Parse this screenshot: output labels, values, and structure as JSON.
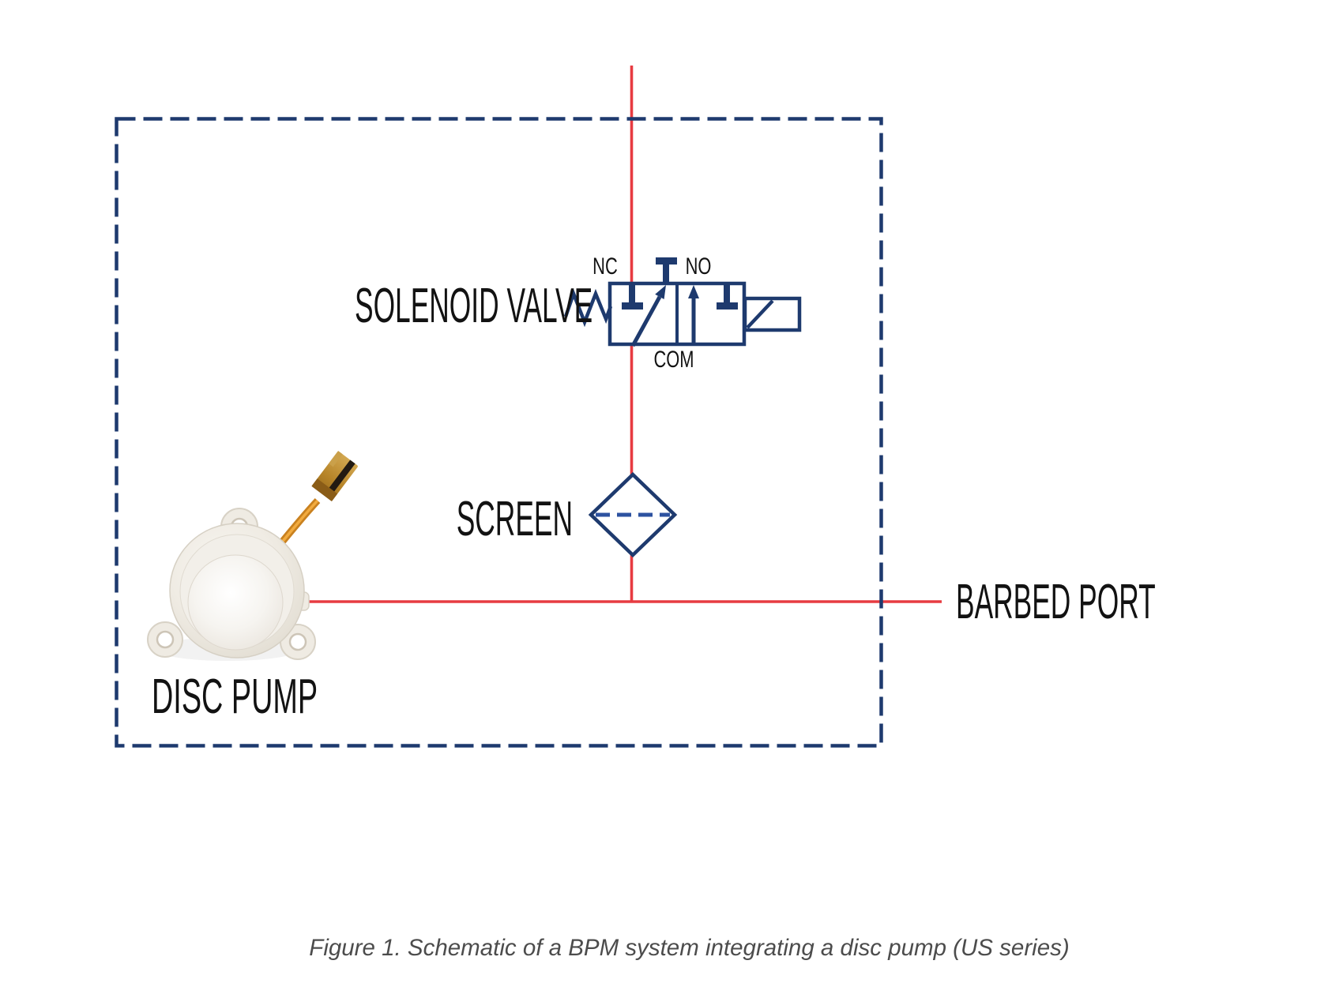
{
  "figure": {
    "caption": "Figure 1. Schematic of a BPM system integrating a disc pump (US series)"
  },
  "diagram": {
    "components": {
      "solenoid_valve": "SOLENOID VALVE",
      "screen": "SCREEN",
      "disc_pump": "DISC PUMP",
      "barbed_port": "BARBED PORT"
    },
    "valve_ports": {
      "nc": "NC",
      "no": "NO",
      "com": "COM"
    },
    "colors": {
      "line-navy": "#1e3a6e",
      "dash-blue": "#2d52a0",
      "flow-red": "#e73b41",
      "label-black": "#121212",
      "caption-gray": "#4c4c4c",
      "pump-body": "#efebe3",
      "pump-disc": "#f8f6f3",
      "cable-orange": "#c9811f",
      "connector-gold": "#bf9340"
    }
  }
}
